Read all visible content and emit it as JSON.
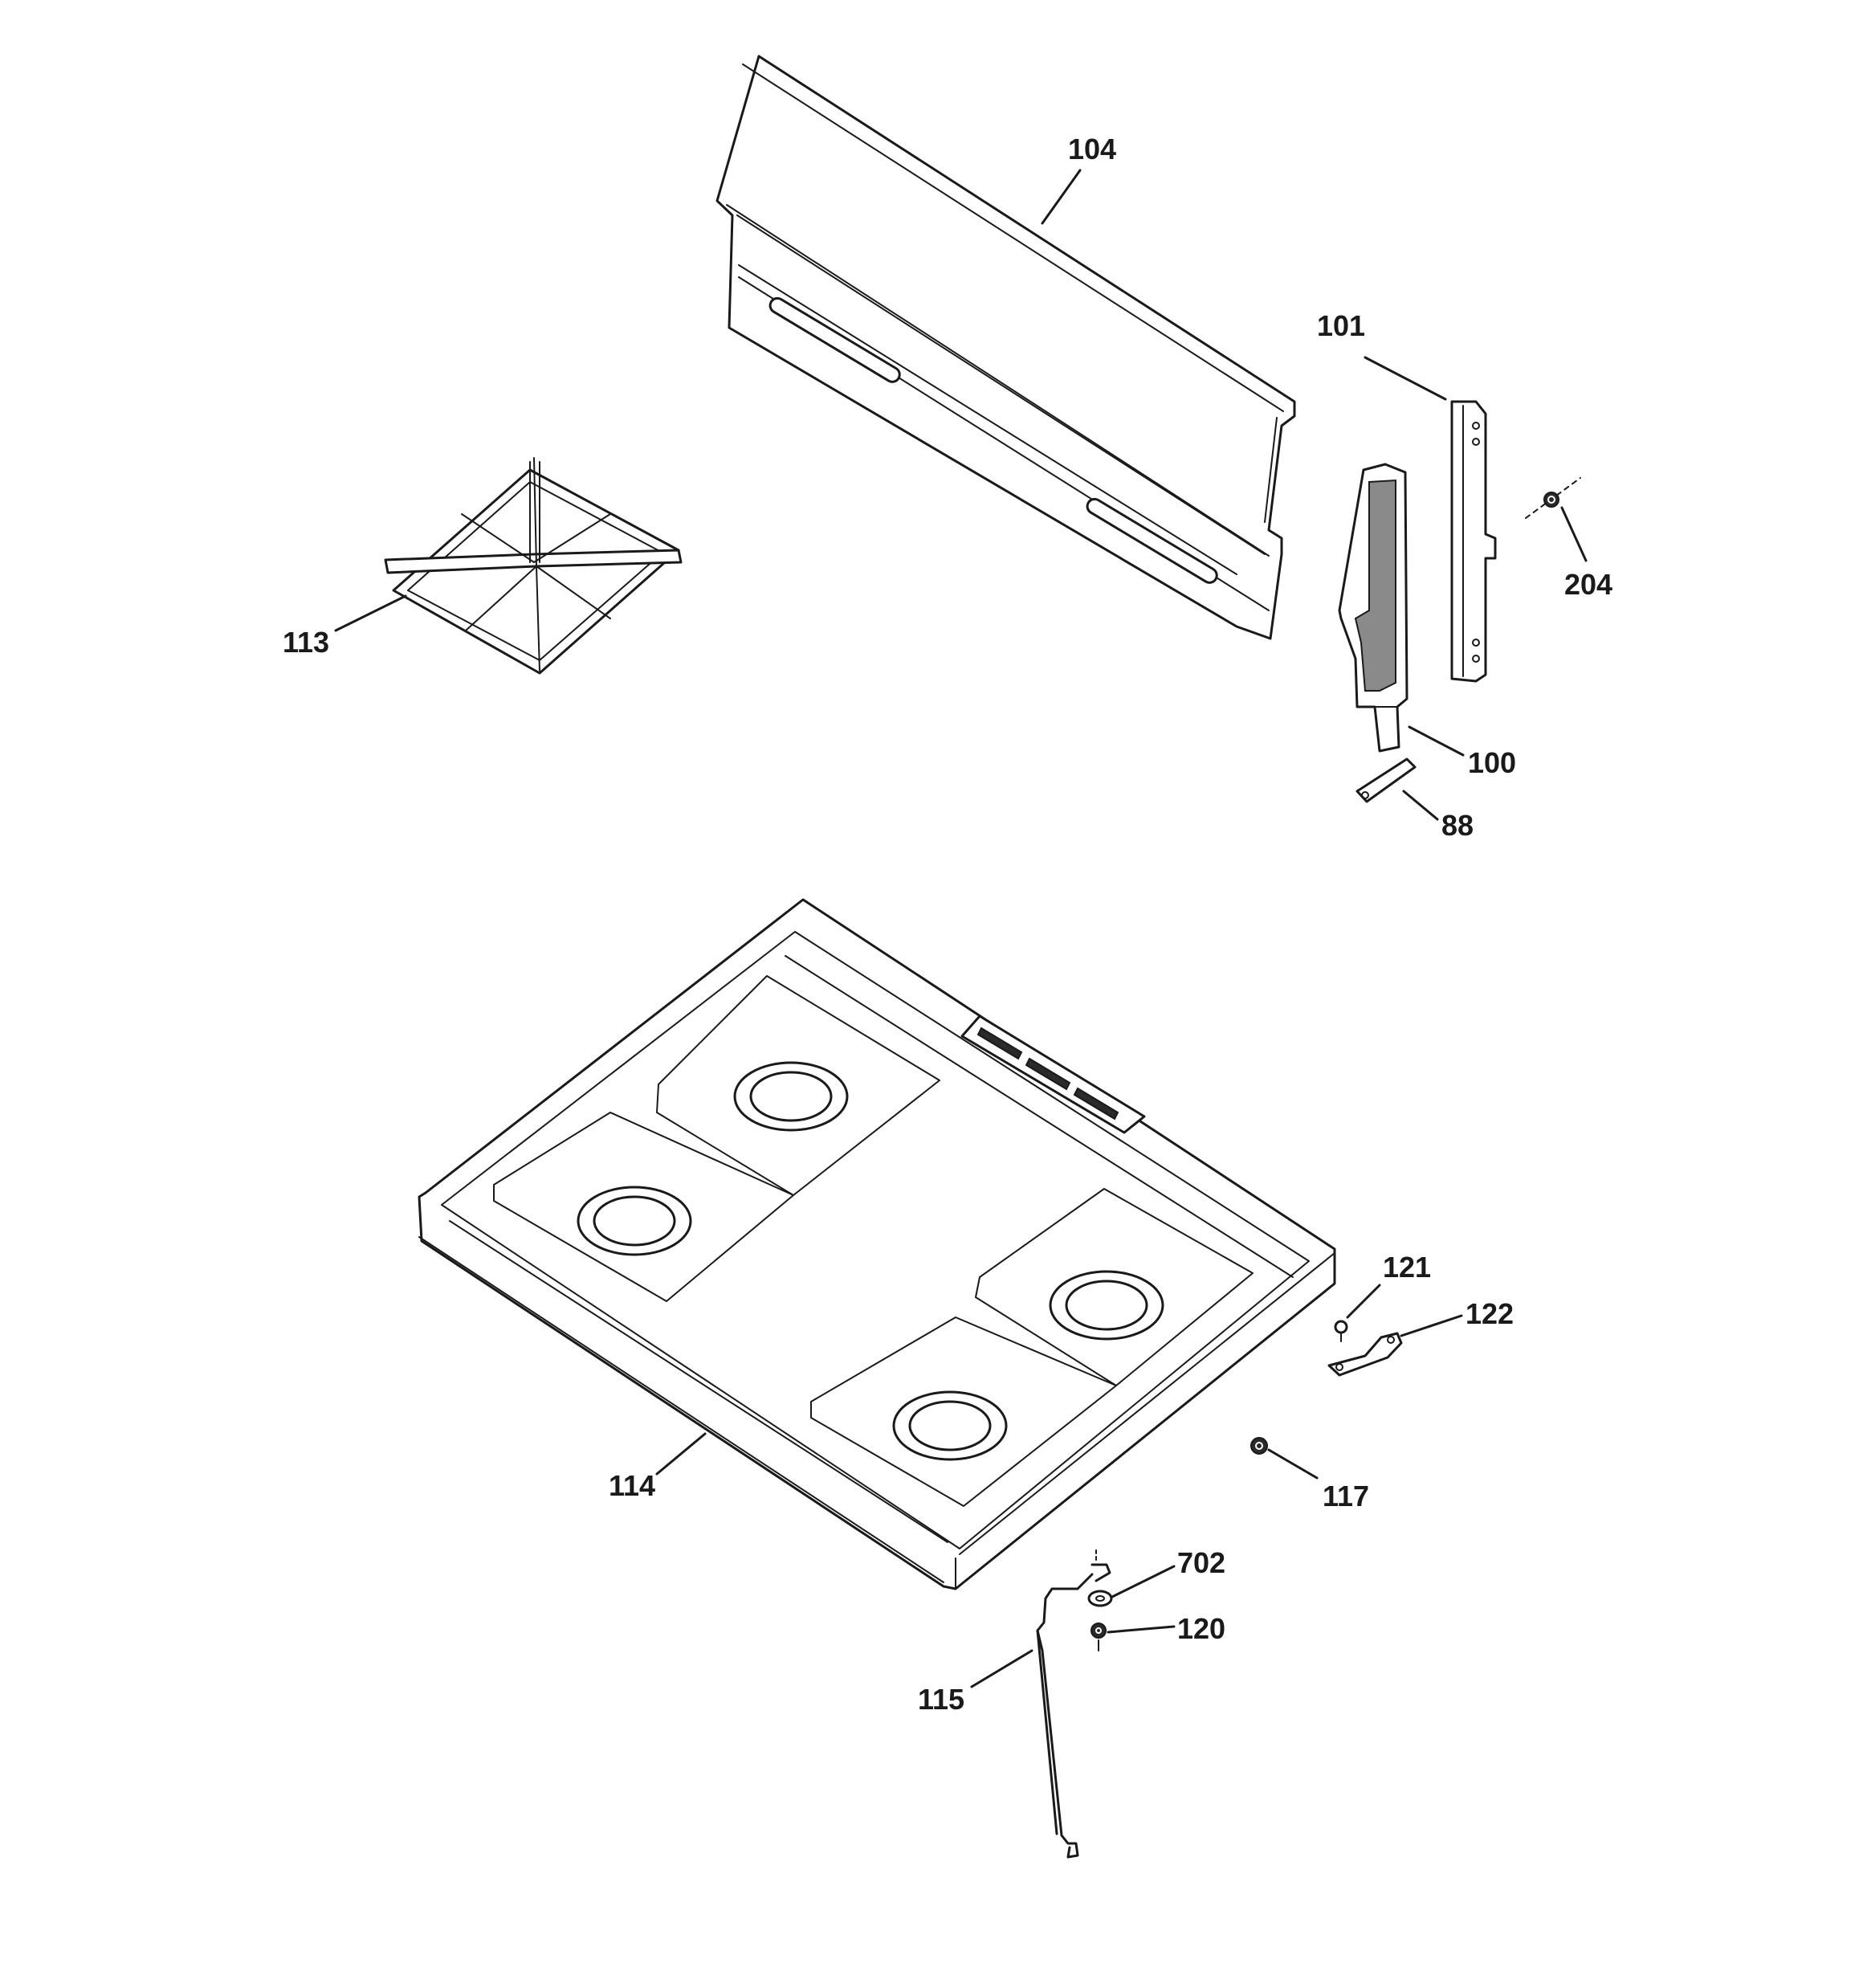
{
  "callouts": [
    {
      "id": "104",
      "label": "104"
    },
    {
      "id": "101",
      "label": "101"
    },
    {
      "id": "204",
      "label": "204"
    },
    {
      "id": "113",
      "label": "113"
    },
    {
      "id": "100",
      "label": "100"
    },
    {
      "id": "88",
      "label": "88"
    },
    {
      "id": "121",
      "label": "121"
    },
    {
      "id": "122",
      "label": "122"
    },
    {
      "id": "114",
      "label": "114"
    },
    {
      "id": "117",
      "label": "117"
    },
    {
      "id": "702",
      "label": "702"
    },
    {
      "id": "120",
      "label": "120"
    },
    {
      "id": "115",
      "label": "115"
    }
  ]
}
